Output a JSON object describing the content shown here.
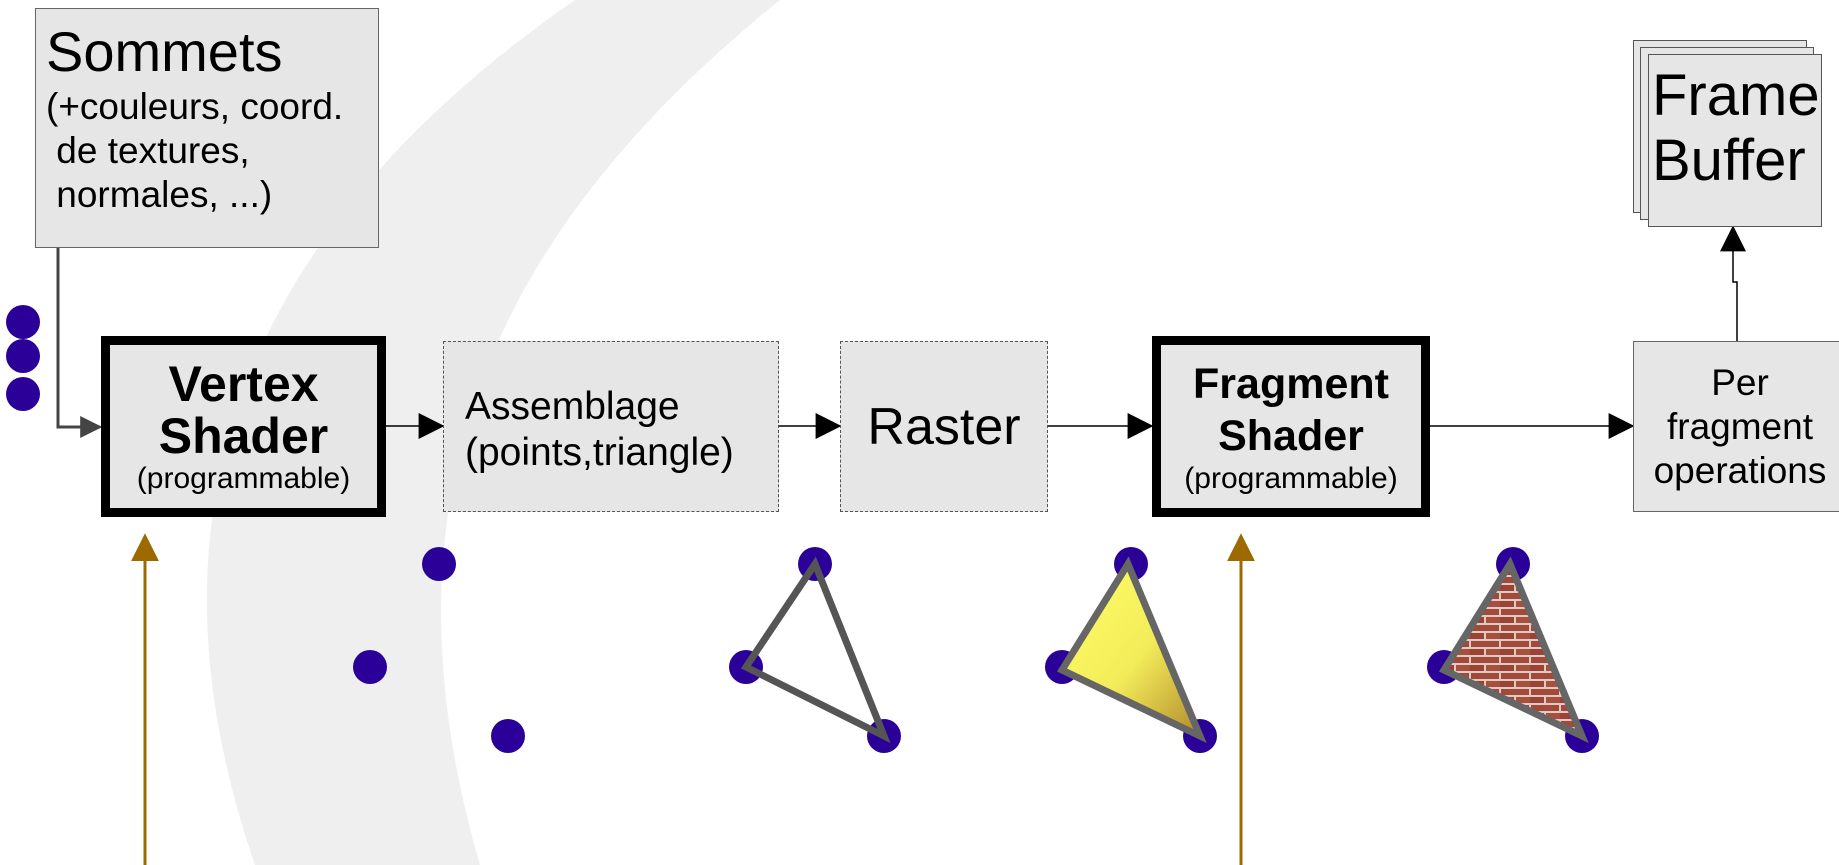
{
  "sommets": {
    "title": "Sommets",
    "detail": "(+couleurs, coord.\n de textures,\n normales, ...)"
  },
  "vertex_shader": {
    "title_line1": "Vertex",
    "title_line2": "Shader",
    "subtitle": "(programmable)"
  },
  "assemblage": {
    "line1": "Assemblage",
    "line2": "(points,triangle)"
  },
  "raster": {
    "label": "Raster"
  },
  "fragment_shader": {
    "title_line1": "Fragment",
    "title_line2": "Shader",
    "subtitle": "(programmable)"
  },
  "per_fragment": {
    "line1": "Per",
    "line2": "fragment",
    "line3": "operations"
  },
  "frame_buffer": {
    "line1": "Frame",
    "line2": "Buffer"
  },
  "colors": {
    "vertex_dot": "#2a0098",
    "input_arrow": "#9c6a00",
    "box_fill": "#e6e6e6",
    "triangle_stroke": "#555555",
    "rasterized_fill": "#ffff66",
    "textured_fill": "#a14a3c",
    "background_swoosh": "#efefef"
  }
}
